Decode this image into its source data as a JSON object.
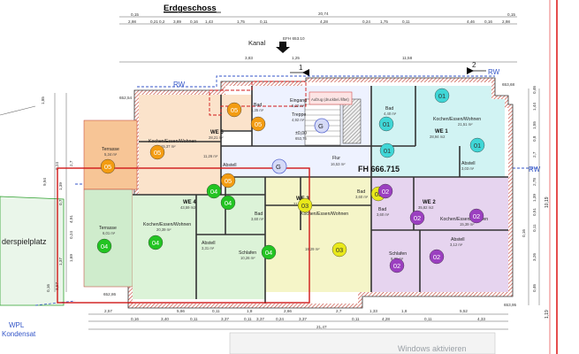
{
  "title": "Erdgeschoss",
  "watermark": "Windows aktivieren",
  "top_dims": {
    "row1": [
      "0,15",
      "20,74",
      "0,15"
    ],
    "row2": [
      "2,98",
      "0,21",
      "0,2",
      "3,89",
      "0,16",
      "1,43",
      "1,75",
      "0,11",
      "4,28",
      "0,24",
      "1,75",
      "0,11",
      "4,46",
      "0,16",
      "2,98"
    ],
    "row3": [
      "3,83",
      "1,25",
      "11,58"
    ]
  },
  "kanal": "Kanal",
  "efh_top": "EFH 653.10",
  "rw_labels": [
    "RW",
    "RW",
    "RW",
    "RW"
  ],
  "section_marks": [
    "2",
    "1",
    "1",
    "2"
  ],
  "levels": {
    "l1": "652,54",
    "l2": "653,68",
    "l3": "652,86",
    "l4": "653,95"
  },
  "center": {
    "eingang": "Eingang",
    "eingang_area": "5,22 m²",
    "treppe": "Treppe",
    "treppe_area": "4,92 m²",
    "aufzug": "Aufzug (druckbel./liftet)",
    "zero": "±0,00",
    "zero_val": "653,76",
    "flur": "Flur",
    "flur_area": "16,53 m²",
    "fh": "FH 666.715",
    "g1": "G",
    "g2": "G"
  },
  "units": {
    "we5": {
      "name": "WE 5",
      "area": "28,21 m²",
      "badge": "05",
      "color": "#f39c12",
      "rooms": [
        {
          "name": "Bad",
          "area": "4,35 m²"
        },
        {
          "name": "Terrasse",
          "area": "5,34 m²"
        },
        {
          "name": "Kochen/Essen/Wohnen",
          "area": "15,37 m²"
        },
        {
          "name": "",
          "area": "11,26 m²"
        },
        {
          "name": "Abstell",
          "area": ""
        }
      ]
    },
    "we4": {
      "name": "WE 4",
      "area": "43,59 m2",
      "badge": "04",
      "color": "#22c422",
      "rooms": [
        {
          "name": "Terrasse",
          "area": "6,01 m²"
        },
        {
          "name": "Kochen/Essen/Wohnen",
          "area": "20,39 m²"
        },
        {
          "name": "Bad",
          "area": "3,60 m²"
        },
        {
          "name": "Abstell",
          "area": "3,31 m²"
        },
        {
          "name": "Schlafen",
          "area": "10,26 m²"
        }
      ]
    },
    "we3": {
      "name": "WE 3",
      "area": "21,89 m²",
      "badge": "03",
      "color": "#e8e81a",
      "rooms": [
        {
          "name": "Bad",
          "area": "3,60 m²"
        },
        {
          "name": "Kochen/Essen/Wohnen",
          "area": "18,29 m²"
        }
      ]
    },
    "we2": {
      "name": "WE 2",
      "area": "35,82 m2",
      "badge": "02",
      "color": "#9b3fc0",
      "rooms": [
        {
          "name": "Bad",
          "area": "3,60 m²"
        },
        {
          "name": "Kochen/Essen/Wohnen",
          "area": "15,39 m²"
        },
        {
          "name": "Abstell",
          "area": "3,12 m²"
        },
        {
          "name": "Schlafen",
          "area": "9,71 m²"
        }
      ]
    },
    "we1": {
      "name": "WE 1",
      "area": "28,94 m2",
      "badge": "01",
      "color": "#3fd6d6",
      "rooms": [
        {
          "name": "Bad",
          "area": "4,40 m²"
        },
        {
          "name": "Kochen/Essen/Wohnen",
          "area": "21,51 m²"
        },
        {
          "name": "Abstell",
          "area": "3,03 m²"
        }
      ]
    }
  },
  "left_labels": {
    "spielplatz": "derspielplatz",
    "wpl": "WPL",
    "kondensat": "Kondensat"
  },
  "left_dims": [
    "1,85",
    "9,94",
    "0,24",
    "1,39",
    "0,7",
    "2,7",
    "4,91",
    "0,24",
    "1,37",
    "1,69",
    "3,57",
    "0,16"
  ],
  "right_dims": [
    "0,46",
    "1,44",
    "1,55",
    "0,8",
    "2,7",
    "2,78",
    "1,39",
    "0,51",
    "10,19",
    "0,11",
    "0,16",
    "3,26",
    "1,19",
    "0,46"
  ],
  "bottom_dims": {
    "row1": [
      "2,57",
      "5,66",
      "0,11",
      "1,8",
      "2,66",
      "2,7",
      "1,33",
      "1,8",
      "5,52"
    ],
    "row2": [
      "0,16",
      "3,40",
      "0,11",
      "3,37",
      "0,11",
      "3,37",
      "0,24",
      "3,37",
      "0,11",
      "4,28",
      "0,11",
      "4,33"
    ],
    "total": "21,47"
  }
}
